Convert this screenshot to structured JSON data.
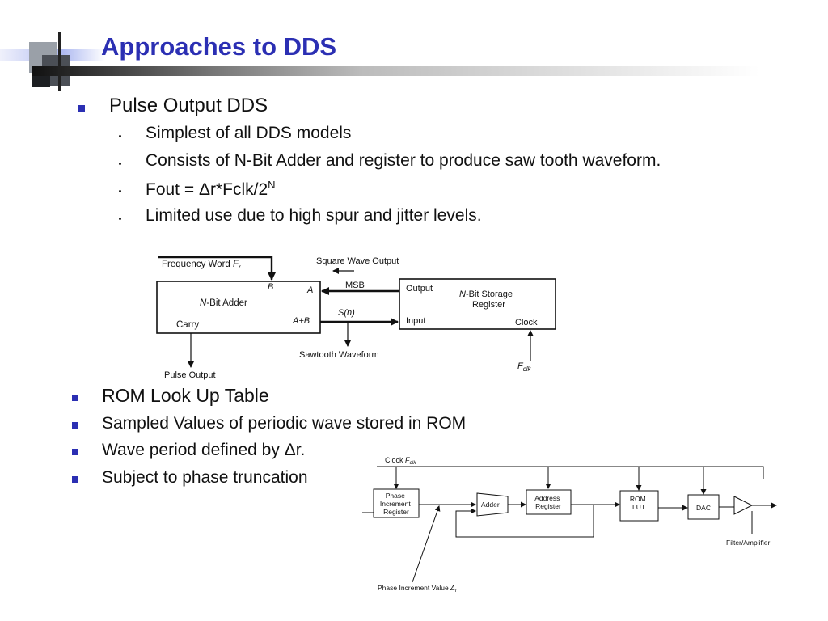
{
  "title": "Approaches to DDS",
  "section1": {
    "heading": "Pulse Output DDS",
    "items": [
      "Simplest of all DDS models",
      "Consists of N-Bit Adder and register to produce saw tooth waveform.",
      "Fout = Δr*Fclk/2",
      "Limited use due to high spur and jitter levels."
    ],
    "fout_superscript": "N"
  },
  "diagram1": {
    "frequency_word": "Frequency Word",
    "frequency_word_sym": "F",
    "frequency_word_sub": "r",
    "square_wave_output": "Square Wave Output",
    "adder_label_italic": "N",
    "adder_label": "-Bit Adder",
    "port_b": "B",
    "port_a": "A",
    "port_aplusb": "A+B",
    "carry": "Carry",
    "msb": "MSB",
    "sn": "S(n)",
    "register_label_italic": "N",
    "register_label_1": "-Bit Storage",
    "register_label_2": "Register",
    "output": "Output",
    "input": "Input",
    "clock": "Clock",
    "sawtooth": "Sawtooth Waveform",
    "pulse_output": "Pulse Output",
    "fclk_sym": "F",
    "fclk_sub": "clk"
  },
  "section2": {
    "items": [
      "ROM Look Up Table",
      "Sampled Values of periodic wave stored in ROM",
      "Wave period defined by Δr.",
      "Subject to phase truncation"
    ]
  },
  "diagram2": {
    "clock": "Clock",
    "clock_sym": "F",
    "clock_sub": "clk",
    "phase_inc_reg_1": "Phase",
    "phase_inc_reg_2": "Increment",
    "phase_inc_reg_3": "Register",
    "adder": "Adder",
    "address_reg_1": "Address",
    "address_reg_2": "Register",
    "rom_1": "ROM",
    "rom_2": "LUT",
    "dac": "DAC",
    "filter": "Filter/Amplifier",
    "phase_inc_value": "Phase Increment Value",
    "phase_inc_sym": "Δ",
    "phase_inc_sub": "r"
  }
}
